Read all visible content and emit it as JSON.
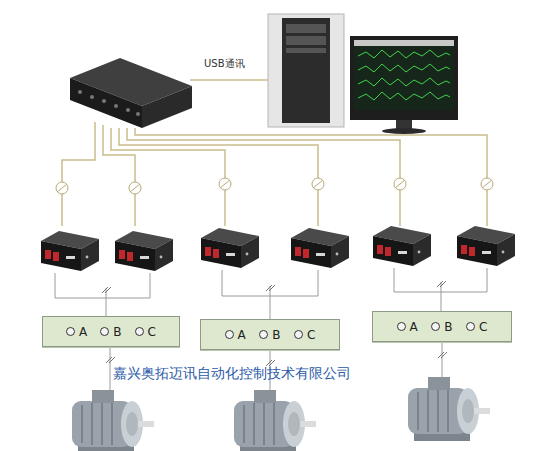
{
  "diagram": {
    "nodes": [
      {
        "text": [
          "A",
          "B",
          "C"
        ]
      },
      {
        "text": [
          "A",
          "B",
          "C"
        ]
      },
      {
        "text": [
          "A",
          "B",
          "C"
        ]
      }
    ],
    "labels": [
      "USB通讯",
      "嘉兴奥拓迈讯自动化控制技术有限公司"
    ]
  }
}
